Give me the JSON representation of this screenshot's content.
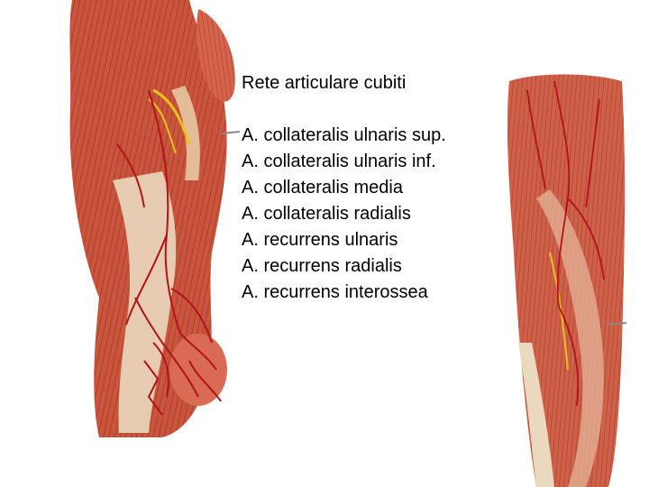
{
  "slide": {
    "title": "Rete articulare cubiti",
    "items": [
      "A. collateralis ulnaris sup.",
      "A. collateralis ulnaris inf.",
      "A. collateralis media",
      "A. collateralis radialis",
      "A. recurrens ulnaris",
      "A. recurrens radialis",
      "A. recurrens interossea"
    ]
  },
  "colors": {
    "background": "#ffffff",
    "text": "#000000",
    "muscle": "#c9553d",
    "muscle_dark": "#8e2a1c",
    "tendon": "#ead9bf",
    "artery": "#b3121a",
    "nerve": "#e8c21a"
  }
}
